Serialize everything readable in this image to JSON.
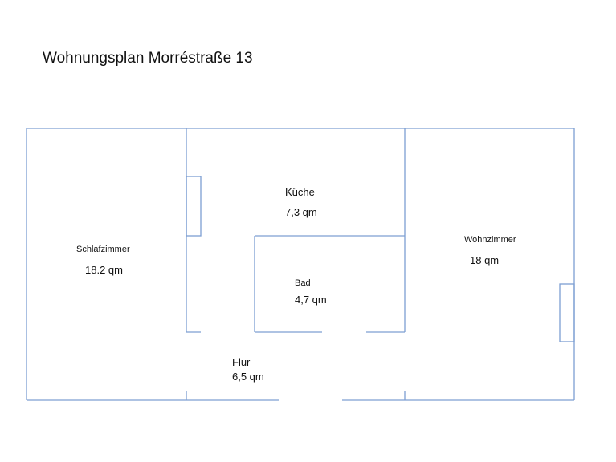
{
  "title": "Wohnungsplan Morréstraße 13",
  "wall_color": "#7d9fd2",
  "rooms": {
    "schlafzimmer": {
      "name": "Schlafzimmer",
      "area": "18.2 qm"
    },
    "kueche": {
      "name": "Küche",
      "area": "7,3 qm"
    },
    "bad": {
      "name": "Bad",
      "area": "4,7 qm"
    },
    "wohnzimmer": {
      "name": "Wohnzimmer",
      "area": "18 qm"
    },
    "flur": {
      "name": "Flur",
      "area": "6,5 qm"
    }
  }
}
